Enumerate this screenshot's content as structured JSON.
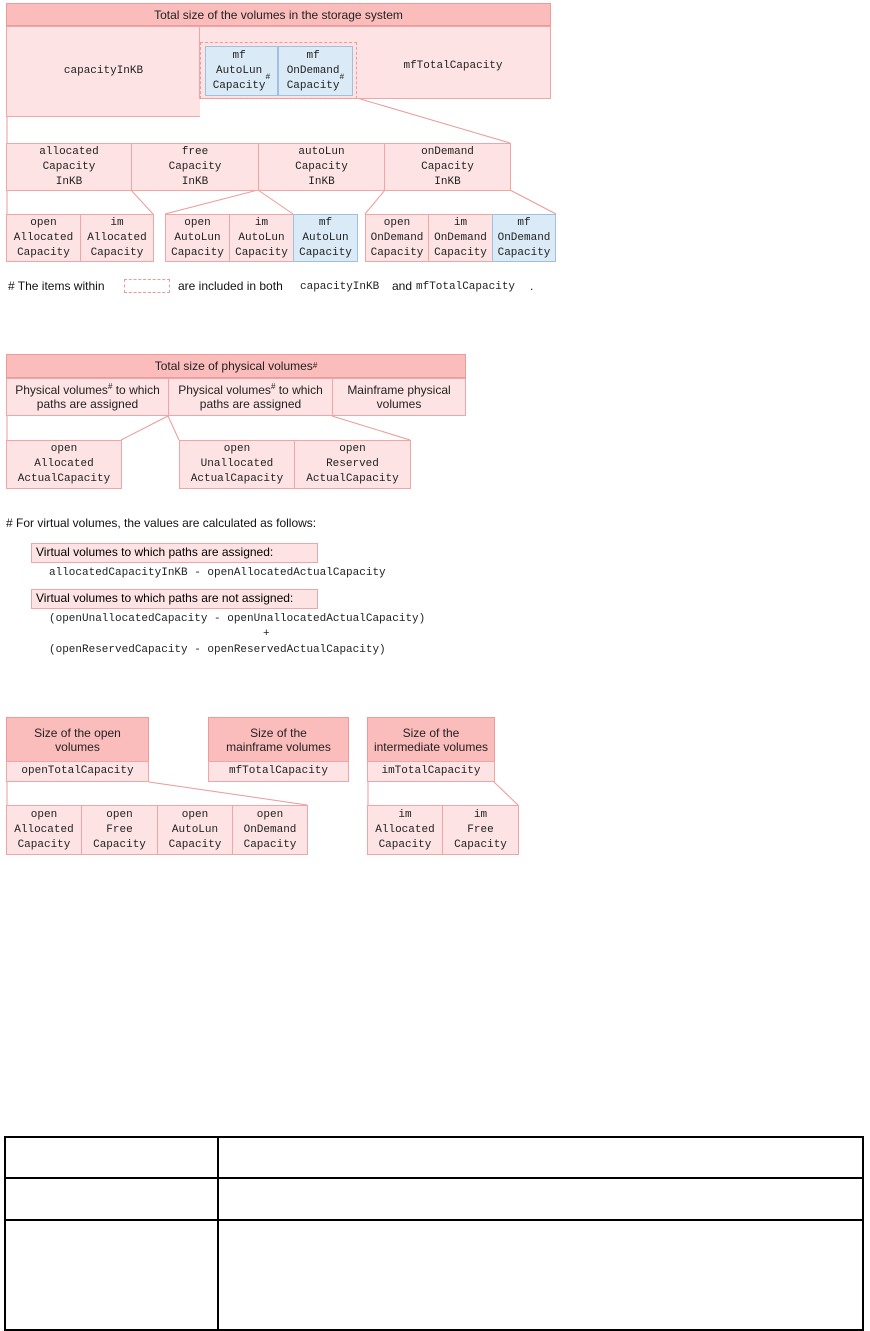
{
  "diagram1": {
    "title": "Total size of the volumes in the storage system",
    "capacity_in_kb": "capacityInKB",
    "mf_autolun": "mf\nAutoLun\nCapacity",
    "mf_ondemand": "mf\nOnDemand\nCapacity",
    "mf_total": "mfTotalCapacity",
    "allocated": "allocated\nCapacity\nInKB",
    "free": "free\nCapacity\nInKB",
    "autolun": "autoLun\nCapacity\nInKB",
    "ondemand": "onDemand\nCapacity\nInKB",
    "leaves": [
      "open\nAllocated\nCapacity",
      "im\nAllocated\nCapacity",
      "open\nAutoLun\nCapacity",
      "im\nAutoLun\nCapacity",
      "mf\nAutoLun\nCapacity",
      "open\nOnDemand\nCapacity",
      "im\nOnDemand\nCapacity",
      "mf\nOnDemand\nCapacity"
    ],
    "note_prefix": "#  The items within",
    "note_mid": "are included in both",
    "note_code1": "capacityInKB",
    "note_and": "and",
    "note_code2": "mfTotalCapacity",
    "note_end": "."
  },
  "diagram2": {
    "title": "Total size of physical volumes",
    "col1": "Physical volumes",
    "col1_rest": " to which",
    "col1_line2": "paths are assigned",
    "col2": "Physical volumes",
    "col2_rest": " to which",
    "col2_line2": "paths are assigned",
    "col3": "Mainframe physical\nvolumes",
    "leaf1": "open\nAllocated\nActualCapacity",
    "leaf2": "open\nUnallocated\nActualCapacity",
    "leaf3": "open\nReserved\nActualCapacity"
  },
  "virtual": {
    "note": "# For virtual volumes, the values are calculated as follows:",
    "label1": "Virtual volumes to which paths are assigned:",
    "formula1": "allocatedCapacityInKB - openAllocatedActualCapacity",
    "label2": "Virtual volumes to which paths are not assigned:",
    "formula2a": "(openUnallocatedCapacity - openUnallocatedActualCapacity)",
    "plus": "+",
    "formula2b": "(openReservedCapacity - openReservedActualCapacity)"
  },
  "diagram3": {
    "open_title": "Size of the open\nvolumes",
    "open_total": "openTotalCapacity",
    "mf_title": "Size of the\nmainframe volumes",
    "mf_total": "mfTotalCapacity",
    "im_title": "Size of the\nintermediate volumes",
    "im_total": "imTotalCapacity",
    "open_leaves": [
      "open\nAllocated\nCapacity",
      "open\nFree\nCapacity",
      "open\nAutoLun\nCapacity",
      "open\nOnDemand\nCapacity"
    ],
    "im_leaves": [
      "im\nAllocated\nCapacity",
      "im\nFree\nCapacity"
    ]
  }
}
